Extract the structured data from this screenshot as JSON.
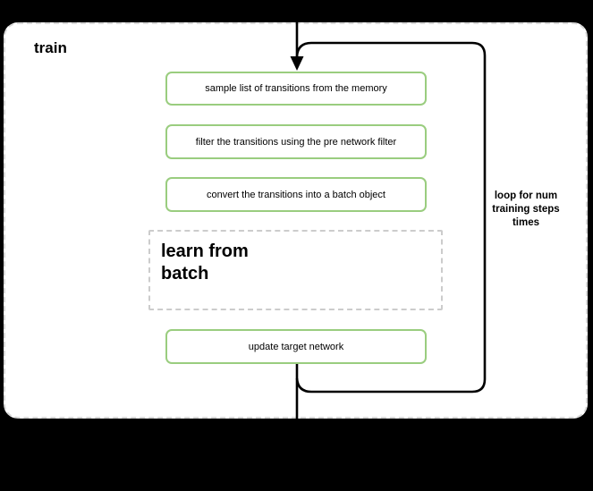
{
  "container": {
    "title": "train"
  },
  "boxes": [
    {
      "name": "sample-transitions",
      "label": "sample list of transitions from the memory"
    },
    {
      "name": "filter-transitions",
      "label": "filter the transitions using the pre network filter"
    },
    {
      "name": "convert-to-batch",
      "label": "convert the transitions into a batch object"
    },
    {
      "name": "learn-from-batch",
      "label": "learn from\nbatch"
    },
    {
      "name": "update-target-network",
      "label": "update target network"
    }
  ],
  "loop": {
    "label": "loop for num training steps times"
  },
  "colors": {
    "background": "#000000",
    "surface": "#ffffff",
    "process_border_green": "#9acd7f",
    "flow_line": "#000000",
    "frame_dash": "#d9d9d9",
    "subprocess_dash": "#cccccc"
  }
}
